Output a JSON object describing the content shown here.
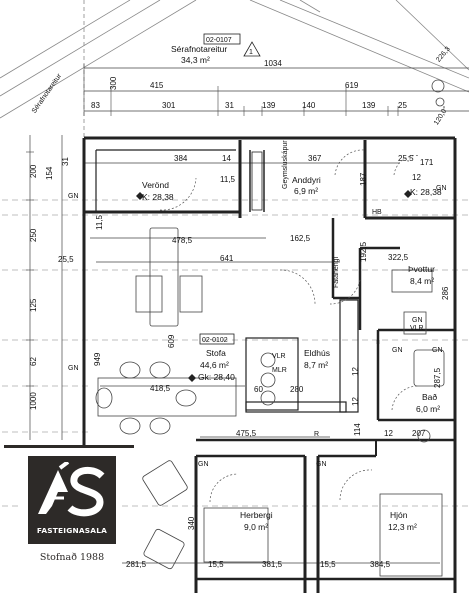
{
  "title_block": {
    "code": "02-0107",
    "name": "Sérafnotareitur",
    "area": "34,3 m²",
    "marker": "1"
  },
  "street_label": "Sérafnotareitur",
  "rooms": {
    "verond": {
      "name": "Verönd",
      "k": "K: 28,38"
    },
    "anddyri": {
      "name": "Anddyri",
      "area": "6,9 m²"
    },
    "stofa": {
      "code": "02-0102",
      "name": "Stofa",
      "area": "44,6 m²",
      "gk": "Gk: 28,40"
    },
    "eldhus": {
      "name": "Eldhús",
      "area": "8,7 m²"
    },
    "thvottur": {
      "name": "Þvottur",
      "area": "8,4 m²"
    },
    "bad": {
      "name": "Bað",
      "area": "6,0 m²"
    },
    "herbergi": {
      "name": "Herbergi",
      "area": "9,0 m²"
    },
    "hjon": {
      "name": "Hjón",
      "area": "12,3 m²"
    }
  },
  "labels": {
    "geymsluskapur": "Geymsluskápur",
    "fataheng": "Fatahengi",
    "k_right": "K: 28,38",
    "gn": "GN",
    "vlr": "VLR",
    "mlr": "MLR",
    "hb": "HB",
    "r": "R",
    "angle": "120,0°",
    "diag": "226,3"
  },
  "dims": {
    "top1": "1034",
    "top2": [
      "415",
      "619"
    ],
    "top3": [
      "83",
      "301",
      "31",
      "139",
      "140",
      "139",
      "25"
    ],
    "left_v1": [
      "300",
      "200",
      "250",
      "125",
      "62",
      "1000"
    ],
    "left_v2": [
      "31",
      "154",
      "25,5",
      "609",
      "949"
    ],
    "row1": [
      "384",
      "14",
      "367",
      "25,5",
      "171"
    ],
    "row2": [
      "11,5",
      "11,5",
      "187",
      "12"
    ],
    "stofa_w": "478,5",
    "inner": [
      "641",
      "162,5",
      "192,5",
      "322,5",
      "286"
    ],
    "kitchen": [
      "418,5",
      "60",
      "280",
      "287,5",
      "12",
      "12"
    ],
    "bottom": [
      "475,5",
      "114",
      "12",
      "207",
      "340",
      "281,5",
      "15,5",
      "381,5",
      "15,5",
      "384,5"
    ]
  },
  "logo": {
    "mark": "ÁS",
    "name": "FASTEIGNASALA",
    "est": "Stofnað 1988"
  },
  "colors": {
    "logo_bg": "#2d2a28",
    "line": "#222222",
    "grey": "#7a7a7a"
  }
}
